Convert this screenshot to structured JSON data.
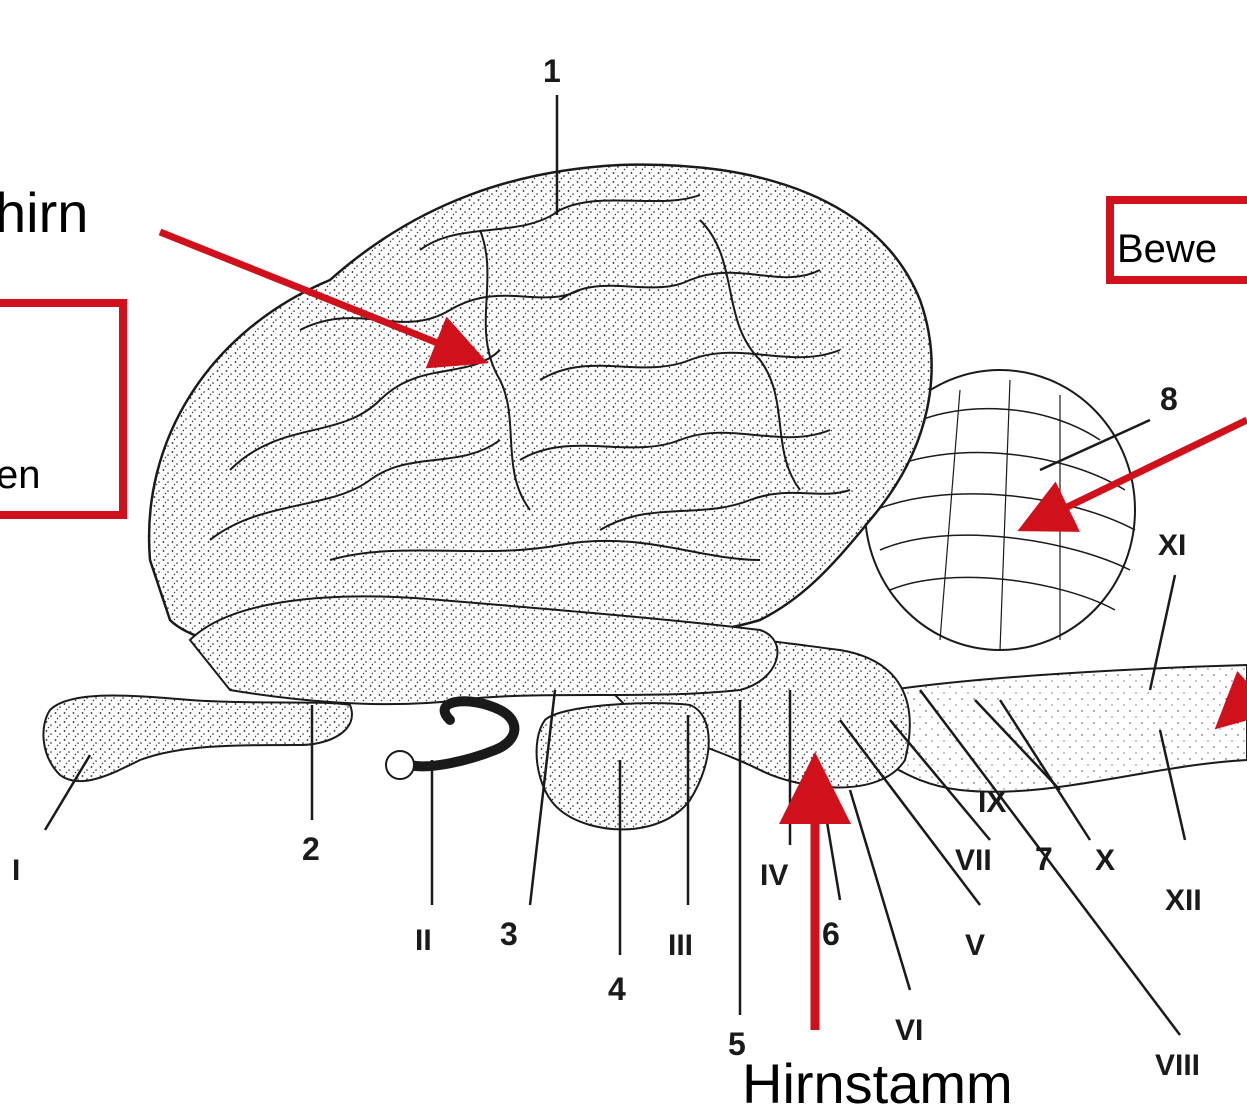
{
  "labels": {
    "top": "1",
    "n2": "2",
    "n3": "3",
    "n4": "4",
    "n5": "5",
    "n6": "6",
    "n7": "7",
    "n8": "8",
    "I": "I",
    "II": "II",
    "III": "III",
    "IV": "IV",
    "V": "V",
    "VI": "VI",
    "VII": "VII",
    "VIII": "VIII",
    "IX": "IX",
    "X": "X",
    "XI": "XI",
    "XII": "XII"
  },
  "annotations": {
    "hirn_partial": "hirn",
    "box_left_text": "en",
    "box_right_text": "Bewe",
    "hirnstamm": "Hirnstamm"
  },
  "colors": {
    "accent": "#d0101a",
    "ink": "#1a1a1a",
    "tissue": "#ffffff"
  }
}
